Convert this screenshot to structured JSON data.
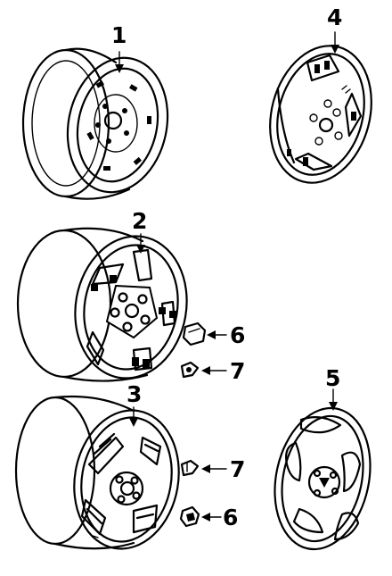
{
  "diagram": {
    "callouts": [
      {
        "id": "callout-1",
        "text": "1"
      },
      {
        "id": "callout-2",
        "text": "2"
      },
      {
        "id": "callout-3",
        "text": "3"
      },
      {
        "id": "callout-4",
        "text": "4"
      },
      {
        "id": "callout-5",
        "text": "5"
      },
      {
        "id": "callout-6a",
        "text": "6"
      },
      {
        "id": "callout-7a",
        "text": "7"
      },
      {
        "id": "callout-7b",
        "text": "7"
      },
      {
        "id": "callout-6b",
        "text": "6"
      }
    ],
    "parts": [
      {
        "name": "steel-wheel"
      },
      {
        "name": "styled-wheel"
      },
      {
        "name": "aluminum-wheel"
      },
      {
        "name": "wheel-cover"
      },
      {
        "name": "hub-cap"
      },
      {
        "name": "lug-nut"
      },
      {
        "name": "valve-stem"
      }
    ],
    "colors": {
      "ink": "#000000",
      "paper": "#ffffff"
    }
  }
}
